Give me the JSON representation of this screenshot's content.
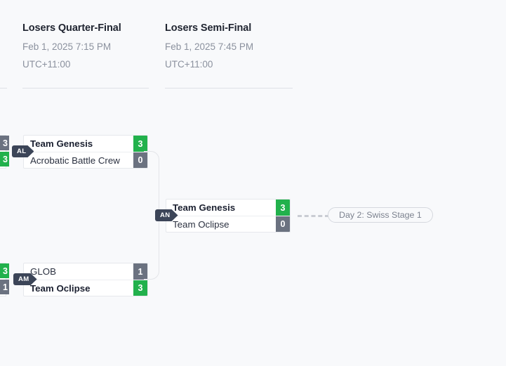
{
  "theme": {
    "background": "#f8f9fb",
    "card_background": "#ffffff",
    "card_border": "#e6e8ec",
    "win_color": "#22b14c",
    "lose_color": "#6b7280",
    "tag_color": "#3c4558",
    "muted_text": "#8b919e",
    "title_text": "#1f2430",
    "connector": "#e3e5e9",
    "dashed": "#c9ccd3"
  },
  "rounds": [
    {
      "title": "Losers Quarter-Final",
      "date": "Feb 1, 2025 7:15 PM",
      "timezone": "UTC+11:00"
    },
    {
      "title": "Losers Semi-Final",
      "date": "Feb 1, 2025 7:45 PM",
      "timezone": "UTC+11:00"
    }
  ],
  "matches": [
    {
      "tag": "AL",
      "round": "Losers Quarter-Final",
      "teams": [
        {
          "name": "Team Genesis",
          "score": "3",
          "winner": true
        },
        {
          "name": "Acrobatic Battle Crew",
          "score": "0",
          "winner": false
        }
      ]
    },
    {
      "tag": "AM",
      "round": "Losers Quarter-Final",
      "teams": [
        {
          "name": "GLOB",
          "score": "1",
          "winner": false
        },
        {
          "name": "Team Oclipse",
          "score": "3",
          "winner": true
        }
      ]
    },
    {
      "tag": "AN",
      "round": "Losers Semi-Final",
      "teams": [
        {
          "name": "Team Genesis",
          "score": "3",
          "winner": true
        },
        {
          "name": "Team Oclipse",
          "score": "0",
          "winner": false
        }
      ]
    }
  ],
  "clipped_matches": [
    {
      "position": "upper-left",
      "teams": [
        {
          "score": "3",
          "winner": false
        },
        {
          "score": "3",
          "winner": true
        }
      ]
    },
    {
      "position": "lower-left",
      "teams": [
        {
          "score": "3",
          "winner": true
        },
        {
          "score": "1",
          "winner": false
        }
      ]
    }
  ],
  "next_stage": {
    "label": "Day 2: Swiss Stage 1"
  }
}
